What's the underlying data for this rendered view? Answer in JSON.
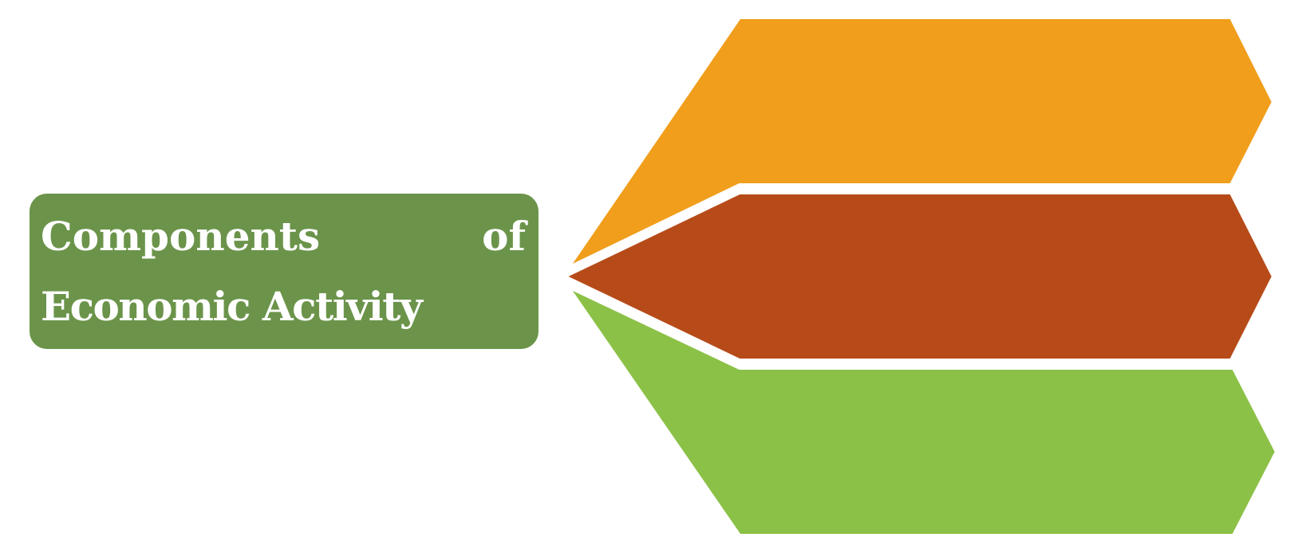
{
  "colors": {
    "title_box": "#6b944a",
    "title_text": "#ffffff",
    "chevron_top": "#f09e1b",
    "chevron_middle": "#b64b19",
    "chevron_bottom": "#8bc147",
    "separator": "#ffffff"
  },
  "title": {
    "line1_word1": "Components",
    "line1_word2": "of",
    "line2": "Economic Activity"
  },
  "chevrons": [
    {
      "name": "chevron-top",
      "label": ""
    },
    {
      "name": "chevron-middle",
      "label": ""
    },
    {
      "name": "chevron-bottom",
      "label": ""
    }
  ]
}
